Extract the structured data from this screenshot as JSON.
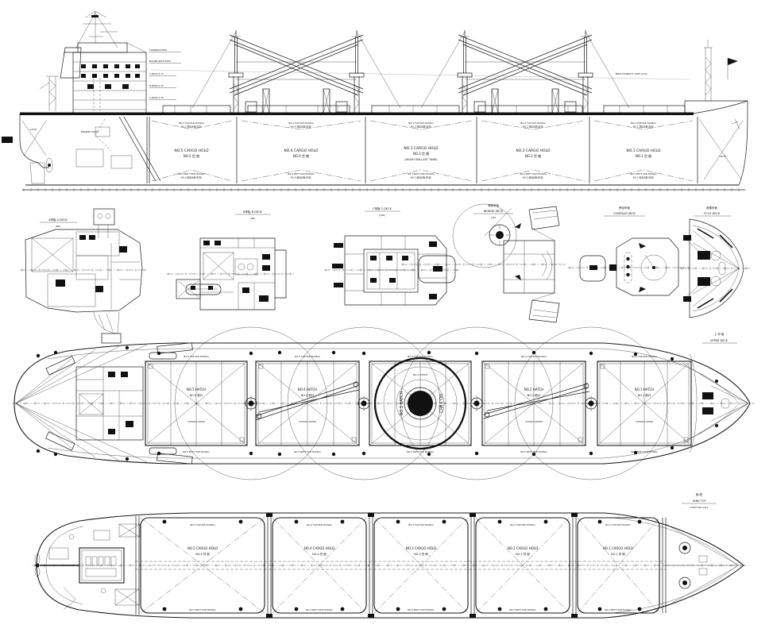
{
  "views": {
    "profile": {
      "visibility_line": "BOW VISIBILITY LINE (2.0L)",
      "engine_room": "ENGINE ROOM",
      "ap_tank": "A.P.TK",
      "fp_tank": "F.P.TK",
      "deck_levels": [
        "COMPASS DECK",
        "NAV.BR.DECK 4000",
        "C DECK 2.75",
        "B DECK 2.75",
        "A DECK 2.75"
      ],
      "holds": [
        {
          "name": "NO.5 CARGO HOLD",
          "cn": "NO.5 货 舱",
          "extra": "",
          "top": "NO.5 TOP W.B.TK(P&S)",
          "top_cn": "NO.5 顶边水舱(左右)",
          "bot": "NO.5 BOTT W.B.TK(P&S)",
          "bot_cn": "NO.5 底边水舱(左右)"
        },
        {
          "name": "NO.4 CARGO HOLD",
          "cn": "NO.4 货 舱",
          "extra": "",
          "top": "NO.4 TOP W.B.TK(P&S)",
          "top_cn": "NO.4 顶边水舱(左右)",
          "bot": "NO.4 BOTT W.B.TK(P&S)",
          "bot_cn": "NO.4 底边水舱(左右)"
        },
        {
          "name": "NO.3 CARGO HOLD",
          "cn": "NO.3 货 舱",
          "extra": "(HEAVY BALLAST TANK)",
          "top": "NO.3 TOP W.B.TK(P&S)",
          "top_cn": "NO.3 顶边水舱(左右)",
          "bot": "NO.3 BOTT W.B.TK(P&S)",
          "bot_cn": "NO.3 底边水舱(左右)"
        },
        {
          "name": "NO.2 CARGO HOLD",
          "cn": "NO.2 货 舱",
          "extra": "",
          "top": "NO.2 TOP W.B.TK(P&S)",
          "top_cn": "NO.2 顶边水舱(左右)",
          "bot": "NO.2 BOTT W.B.TK(P&S)",
          "bot_cn": "NO.2 底边水舱(左右)"
        },
        {
          "name": "NO.1 CARGO HOLD",
          "cn": "NO.1 货 舱",
          "extra": "",
          "top": "NO.1 TOP W.B.TK(P&S)",
          "top_cn": "NO.1 顶边水舱(左右)",
          "bot": "NO.1 BOTT W.B.TK(P&S)",
          "bot_cn": "NO.1 底边水舱(左右)"
        }
      ]
    },
    "deck_plans": [
      {
        "l1": "A甲板 A DECK",
        "l2": "(8P)",
        "l3": ""
      },
      {
        "l1": "B甲板 B DECK",
        "l2": "(8P)",
        "l3": ""
      },
      {
        "l1": "C甲板 C DECK",
        "l2": "(10P)",
        "l3": ""
      },
      {
        "l1": "驾驶甲板",
        "l2": "BRIDGE DECK",
        "l3": "(1P)"
      },
      {
        "l1": "罗经甲板",
        "l2": "COMPASS DECK",
        "l3": ""
      },
      {
        "l1": "首楼甲板",
        "l2": "FC'LE DECK",
        "l3": ""
      }
    ],
    "upper_deck": {
      "label_cn": "上 甲 板",
      "label_en": "UPPER DECK",
      "center_left": "NO.3 HATCH",
      "center_right": "NO.3 舱口",
      "hatches": [
        {
          "name": "NO.5 HATCH",
          "cn": "NO.5 舱口",
          "size": "21500×15000"
        },
        {
          "name": "NO.4 HATCH",
          "cn": "NO.4 舱口",
          "size": "21500×15000"
        },
        {
          "name": "NO.3 HATCH",
          "cn": "NO.3 舱口",
          "size": "21500×15000"
        },
        {
          "name": "NO.2 HATCH",
          "cn": "NO.2 舱口",
          "size": "21500×15000"
        },
        {
          "name": "NO.1 HATCH",
          "cn": "NO.1 舱口",
          "size": "21500×15000"
        }
      ]
    },
    "tank_top": {
      "label_cn": "舱 底",
      "label_en": "TANK TOP",
      "label_sub": "2160/7160 A.B.L",
      "holds": [
        {
          "name": "NO.5 CARGO HOLD",
          "cn": "NO.5 货 舱"
        },
        {
          "name": "NO.4 CARGO HOLD",
          "cn": "NO.4 货 舱"
        },
        {
          "name": "NO.3 CARGO HOLD",
          "cn": "NO.3 货 舱"
        },
        {
          "name": "NO.2 CARGO HOLD",
          "cn": "NO.2 货 舱"
        },
        {
          "name": "NO.1 CARGO HOLD",
          "cn": "NO.1 货 舱"
        }
      ]
    }
  }
}
